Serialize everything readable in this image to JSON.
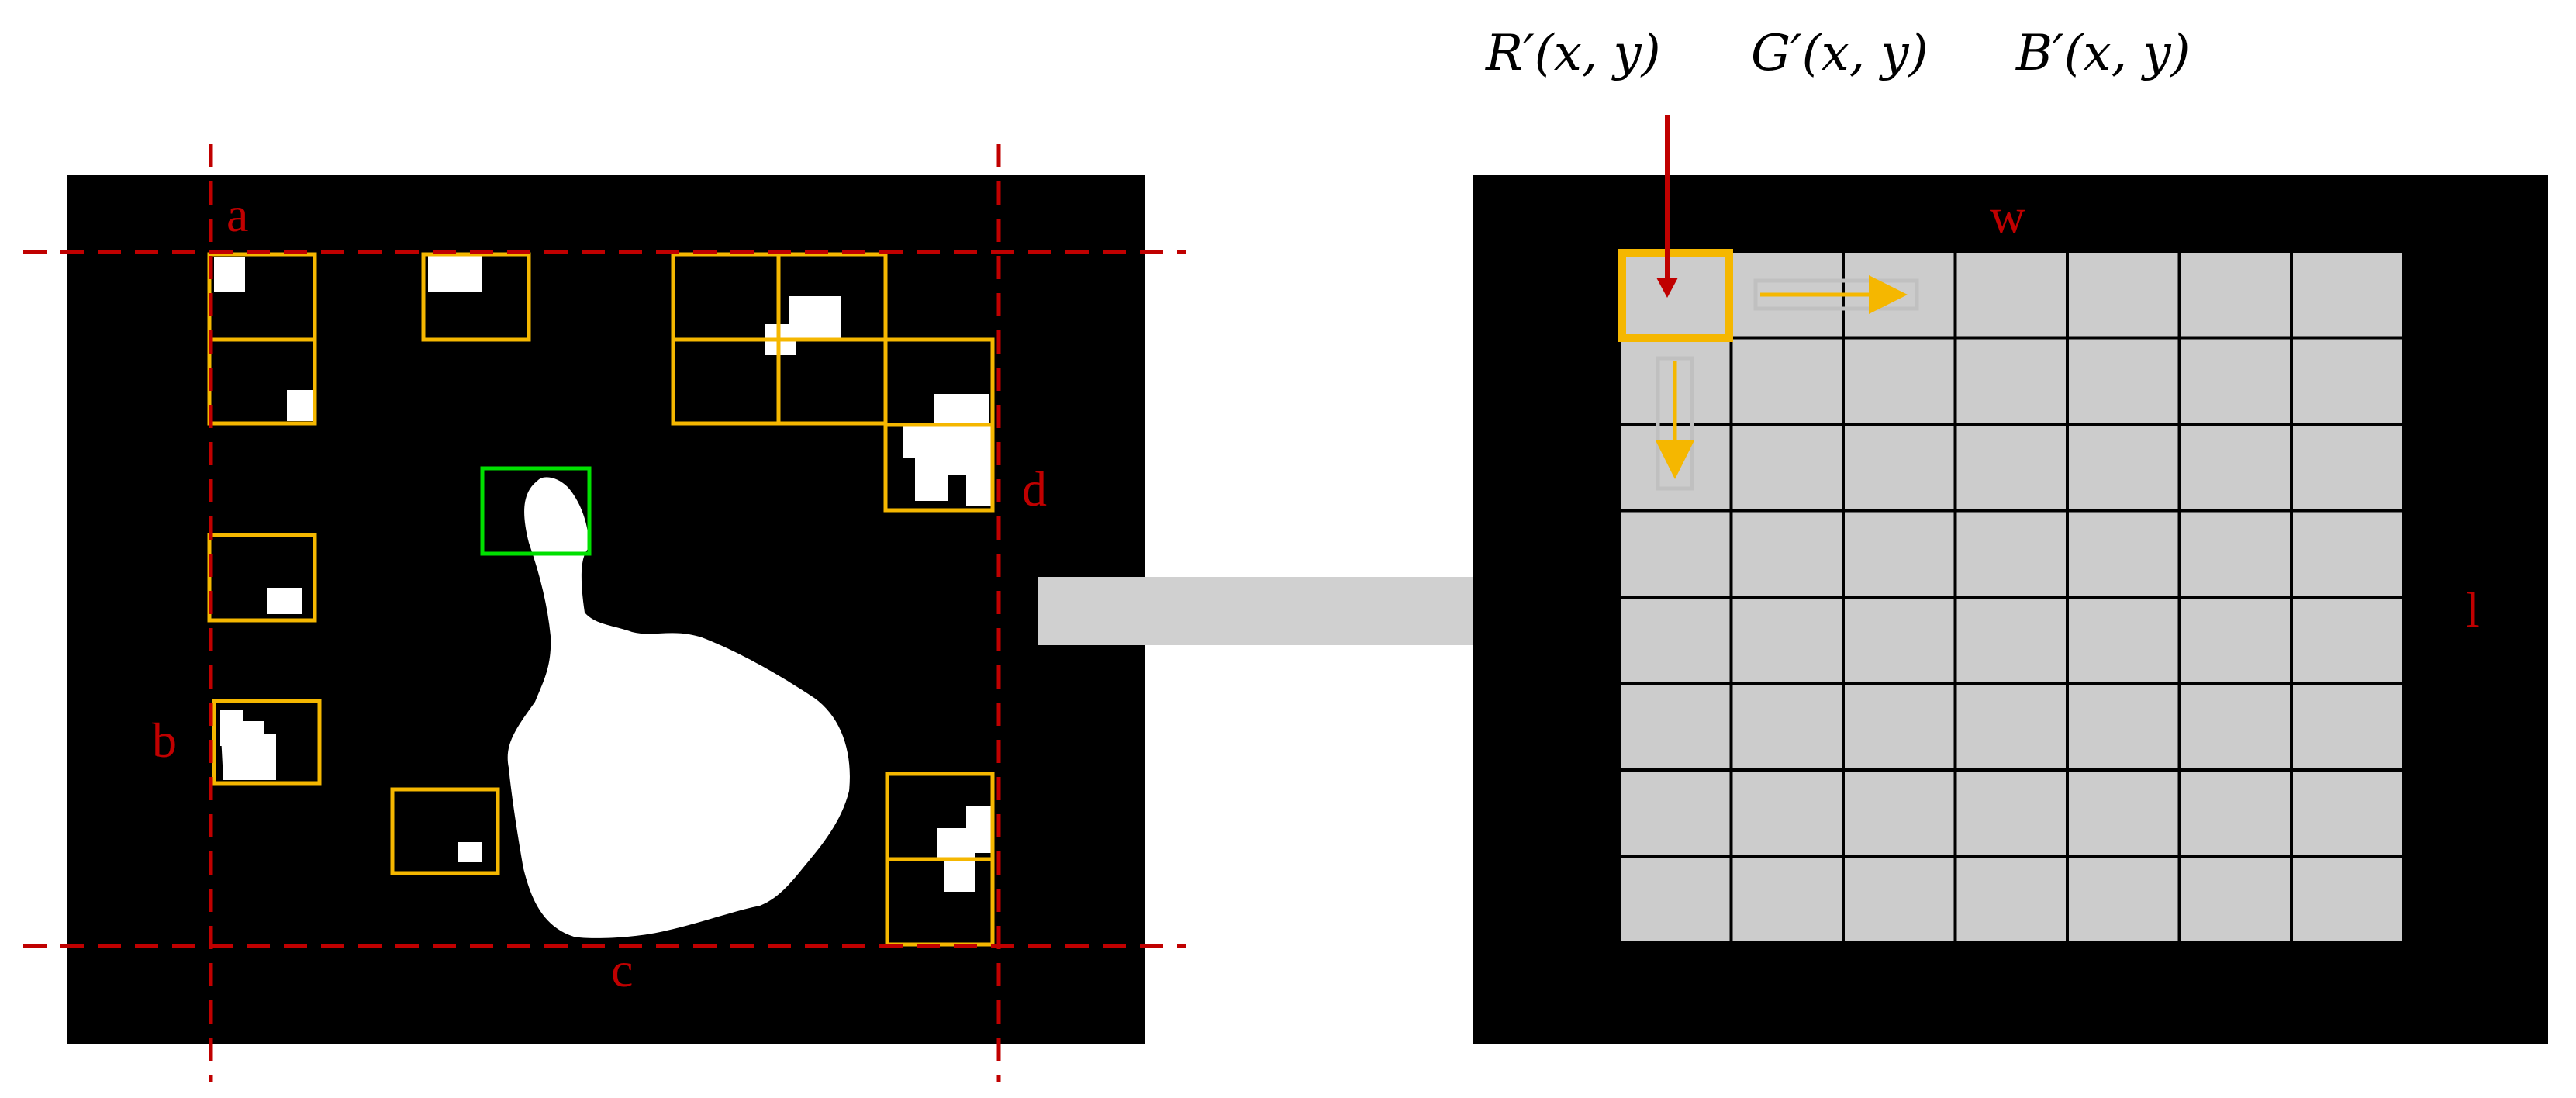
{
  "labels": {
    "a": "a",
    "b": "b",
    "c": "c",
    "d": "d",
    "w": "w",
    "l": "l"
  },
  "formula": {
    "r": "R′(x, y)",
    "g": "G′(x, y)",
    "b": "B′(x, y)"
  },
  "grid": {
    "rows": 8,
    "cols": 7
  },
  "colors": {
    "background": "#ffffff",
    "panel": "#000000",
    "dashed_line": "#c00000",
    "orange_box": "#f5b700",
    "green_box": "#00e000",
    "grid_cell": "#cccccc",
    "arrow": "#d0d0d0",
    "white_blob": "#ffffff"
  }
}
